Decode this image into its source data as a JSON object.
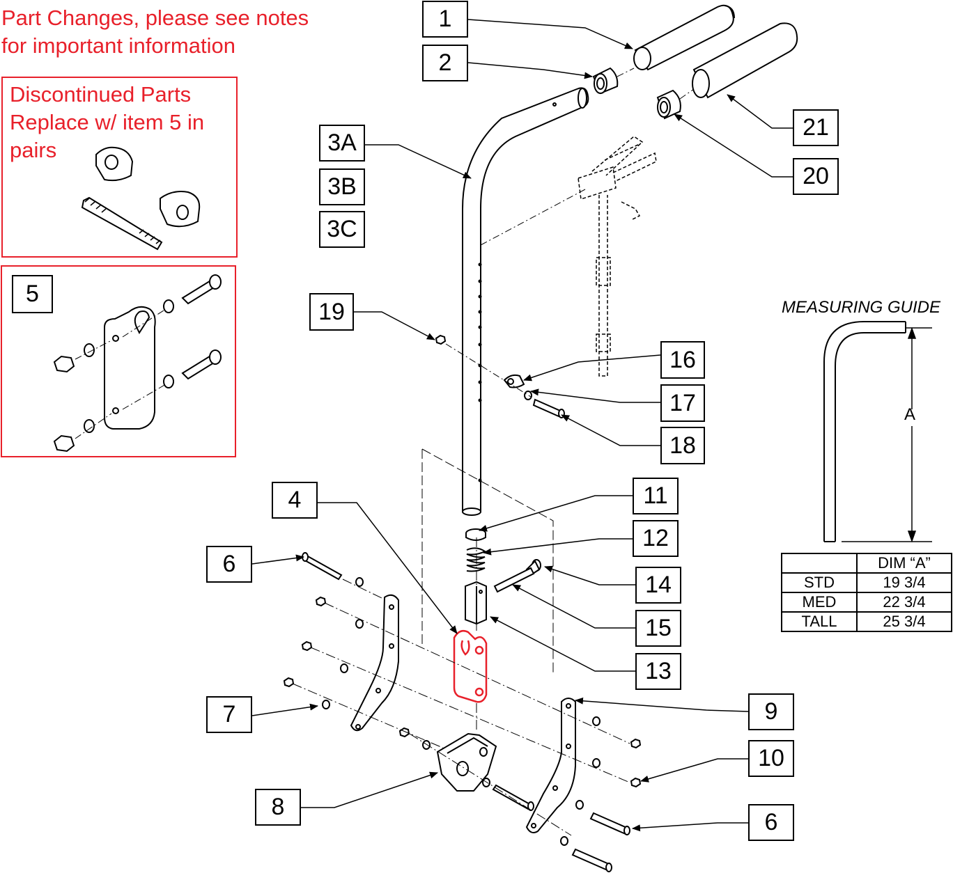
{
  "notice": {
    "line1": "Part Changes, please see notes",
    "line2": "for important information"
  },
  "discontinued": {
    "line1": "Discontinued Parts",
    "line2": "Replace w/ item 5 in",
    "line3": "pairs"
  },
  "colors": {
    "notice_red": "#e8202a",
    "highlight_red": "#e8202a",
    "line": "#000000"
  },
  "callouts": {
    "c1": "1",
    "c2": "2",
    "c3a": "3A",
    "c3b": "3B",
    "c3c": "3C",
    "c4": "4",
    "c5": "5",
    "c6a": "6",
    "c6b": "6",
    "c7": "7",
    "c8": "8",
    "c9": "9",
    "c10": "10",
    "c11": "11",
    "c12": "12",
    "c13": "13",
    "c14": "14",
    "c15": "15",
    "c16": "16",
    "c17": "17",
    "c18": "18",
    "c19": "19",
    "c20": "20",
    "c21": "21"
  },
  "measuring_guide": {
    "title": "MEASURING GUIDE",
    "dim_label": "A",
    "table": {
      "header": [
        "",
        "DIM “A”"
      ],
      "rows": [
        [
          "STD",
          "19 3/4"
        ],
        [
          "MED",
          "22 3/4"
        ],
        [
          "TALL",
          "25 3/4"
        ]
      ]
    }
  }
}
